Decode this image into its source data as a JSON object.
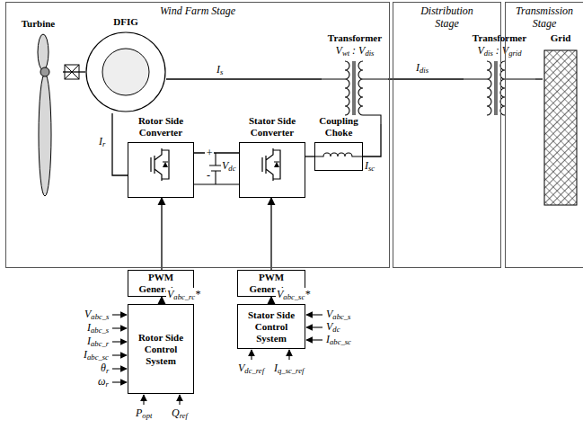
{
  "diagram": {
    "nodes": [
      {
        "text": [
          "Wind Farm Stage"
        ]
      },
      {
        "text": [
          "Turbine"
        ],
        "in": 0
      },
      {
        "text": [
          "DFIG"
        ],
        "in": 0
      },
      {
        "text": [
          "Rotor Side Converter"
        ],
        "in": 0
      },
      {
        "text": [
          "Stator Side Converter"
        ],
        "in": 0
      },
      {
        "text": [
          "Coupling Choke"
        ],
        "in": 0
      },
      {
        "text": [
          "Transformer",
          "Vwt : Vdis"
        ],
        "in": 0
      },
      {
        "text": [
          "Distribution Stage"
        ]
      },
      {
        "text": [
          "Transformer",
          "Vdis : Vgrid"
        ]
      },
      {
        "text": [
          "Transmission Stage"
        ]
      },
      {
        "text": [
          "Grid"
        ],
        "in": 9
      },
      {
        "text": [
          "PWM Generator"
        ]
      },
      {
        "text": [
          "PWM Generator"
        ]
      },
      {
        "text": [
          "Rotor Side Control System"
        ]
      },
      {
        "text": [
          "Stator Side Control System"
        ]
      }
    ],
    "edges": [
      {
        "from": 1,
        "to": 2,
        "arrow": "none"
      },
      {
        "from": 2,
        "to": 6,
        "arrow": "none",
        "label": "Is"
      },
      {
        "from": 6,
        "to": 8,
        "arrow": "none",
        "label": "Idis"
      },
      {
        "from": 8,
        "to": 10,
        "arrow": "none"
      },
      {
        "from": 2,
        "to": 3,
        "arrow": "none",
        "label": "Ir"
      },
      {
        "from": 3,
        "to": 4,
        "arrow": "none"
      },
      {
        "from": 4,
        "to": 5,
        "arrow": "none"
      },
      {
        "from": 5,
        "to": 6,
        "arrow": "none",
        "label": "Isc"
      },
      {
        "from": 13,
        "to": 11,
        "arrow": "to",
        "label": "Vabc_rc*"
      },
      {
        "from": 11,
        "to": 3,
        "arrow": "to"
      },
      {
        "from": 14,
        "to": 12,
        "arrow": "to",
        "label": "Vabc_sc*"
      },
      {
        "from": 12,
        "to": 4,
        "arrow": "to"
      }
    ],
    "labels": [
      "Vabc_s",
      "Iabc_s",
      "Iabc_r",
      "Iabc_sc",
      "θr",
      "ωr",
      "Popt",
      "Qref",
      "Vabc_s",
      "Vdc",
      "Iabc_sc",
      "Vdc_ref",
      "Iq_sc_ref",
      "Vdc",
      "+",
      "-"
    ]
  }
}
